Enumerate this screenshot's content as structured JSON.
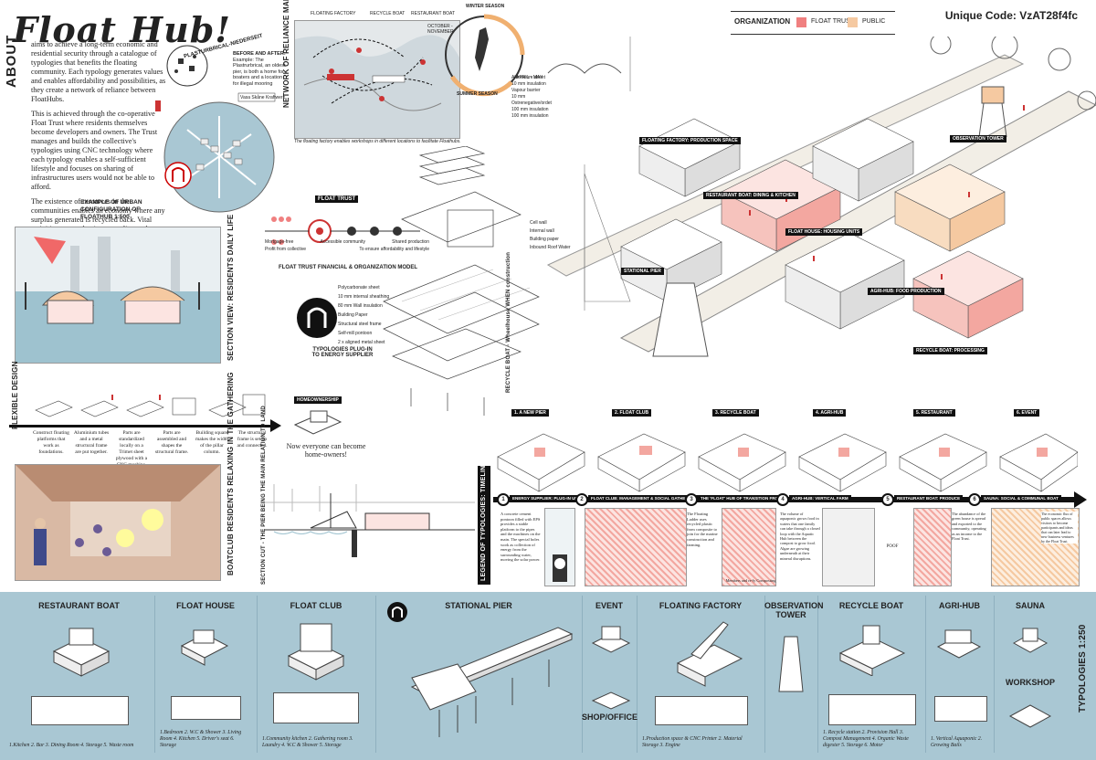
{
  "header": {
    "title": "Float Hub!",
    "unique_code": "Unique Code: VzAT28f4fc"
  },
  "about": {
    "label": "ABOUT",
    "paragraph1": "aims to achieve a long-term economic and residential security through a catalogue of typologies that benefits the floating community. Each typology generates values and enables affordability and possibilities, as they create a network of reliance between FloatHubs.",
    "paragraph2": "This is achieved through the co-operative Float Trust where residents themselves become developers and owners. The Trust manages and builds the collective's typologies using CNC technology where each typology enables a self-sufficient lifestyle and focuses on sharing of infrastructures users would not be able to afford.",
    "paragraph3": "The existence of resources in the communities enables an economy where any surplus generated is recycled back. Vital activities are production, recycling and vending."
  },
  "urban": {
    "before_after_title": "BEFORE AND AFTER:",
    "before_after_text": "Example: The Plastrurbrical, an oldest pier, is both a home for boaters and a location for illegal mooring",
    "example_label": "EXAMPLE OF URBAN CONFIGURATION OF FLOATHUB 1:500",
    "pier_label": "PLASTURBRICAL-NIEDERSEIT",
    "note": "Vasa Skåne Kraftwerk"
  },
  "network": {
    "label": "NETWORK OF RELIANCE MAP",
    "top_labels": [
      "FLOATING FACTORY",
      "RECYCLE BOAT",
      "RESTAURANT BOAT"
    ],
    "caption": "The floating factory enables workshops in different locations to facilitate Floathubs.",
    "season_label": "WINTER SEASON",
    "month_oct": "OCTOBER - NOVEMBER",
    "month_apr": "APRIL - MAY",
    "summer_label": "SUMMER SEASON"
  },
  "legend": {
    "title": "ORGANIZATION",
    "float_trust": "FLOAT TRUST",
    "public": "PUBLIC",
    "float_trust_color": "#f08080",
    "public_color": "#f5c9a1"
  },
  "financial": {
    "title": "FLOAT TRUST",
    "caption": "FLOAT TRUST FINANCIAL & ORGANIZATION MODEL",
    "items": [
      "Mortgage-free",
      "Accessible community",
      "Shared production",
      "Profit from collective",
      "To ensure affordability and lifestyle"
    ]
  },
  "energy": {
    "label": "TYPOLOGIES PLUG-IN TO ENERGY SUPPLIER"
  },
  "recycle_construction": {
    "label": "RECYCLE BOAT - Wheelhouse WHEN construction",
    "layers": [
      "Aluminium sheet",
      "10 mm insulation",
      "Vapour barrier",
      "10 mm Ostrenegative/ordet",
      "100 mm insulation",
      "100 mm insulation",
      "Polycarbonate sheet",
      "10 mm internal sheathing",
      "80 mm Wall insulation",
      "Building Paper",
      "Structural steel frame",
      "Self-mill pontoon",
      "2 x aligned metal sheet",
      "Cell wall",
      "Internal wall",
      "Building paper",
      "Inbound Roof Water"
    ]
  },
  "section_view": {
    "label": "SECTION VIEW: RESIDENTS DAILY LIFE"
  },
  "flexible_design": {
    "label": "FLEXIBLE DESIGN",
    "steps": [
      "Construct floating platforms that work as foundations.",
      "Aluminium tubes and a metal structural frame are put together.",
      "Parts are standardized locally on a Trimet sheet plywood with a CNC machine.",
      "Parts are assembled and shapes the structural frame.",
      "Building square makes the width of the pillar column.",
      "The structural frame is set up and connected."
    ],
    "homeownership": "HOMEOWNERSHIP",
    "question": "Now everyone can become home-owners!"
  },
  "boatclub": {
    "label": "BOATCLUB RESIDENTS RELAXING IN THE GATHERING"
  },
  "section_cut": {
    "label": "SECTION CUT - THE PIER BEING THE MAIN RELATION TO LAND"
  },
  "timeline": {
    "label": "LEGEND OF TYPOLOGIES: TIMELINE",
    "items": [
      {
        "num": "1",
        "label": "ENERGY SUPPLIER: PLUG-IN UNIT"
      },
      {
        "num": "2",
        "label": "FLOAT CLUB: MANAGEMENT & SOCIAL GATHERING"
      },
      {
        "num": "3",
        "label": "THE 'FLOAT' HUB OF TRANSITION FROM"
      },
      {
        "num": "4",
        "label": "AGRI-HUB: VERTICAL FARM"
      },
      {
        "num": "5",
        "label": "RESTAURANT BOAT: PRODUCE"
      },
      {
        "num": "6",
        "label": "SAUNA: SOCIAL & COMMUNAL BOAT"
      }
    ],
    "boxes": [
      "1. A NEW PIER",
      "2. FLOAT CLUB",
      "3. RECYCLE BOAT",
      "4. AGRI-HUB",
      "5. RESTAURANT",
      "6. EVENT"
    ],
    "captions": [
      "A concrete cement pontoon filled with EPS provides a stable platform to the pipes and the machines on the main. The special holes work as collection of energy from the surrounding water, moving the solar power.",
      "The Floating Ladder uses recycled plastic from composite to join for the marine construction and farming.",
      "Members and re-ly Composting",
      "The volume of aquaponic grows food in waters that one family can take through a closed loop with the Aquatic Hub between the compost to grow food. Algae are growing underneath at their mineral disruptions.",
      "POOF",
      "The abundance of the green house is spread and exported to the community, operating as an income to the Float Trust.",
      "The economic flux of public spaces allows visitors to become participants and ideas that can later lead to new business ventures by the Float Trust."
    ]
  },
  "typologies": {
    "label": "TYPOLOGIES 1:250",
    "sections": [
      {
        "title": "RESTAURANT BOAT",
        "caption": "1.Kitchen 2. Bar 3. Dining Room 4. Storage 5. Waste room"
      },
      {
        "title": "FLOAT HOUSE",
        "caption": "1.Bedroom 2. W.C & Shower 3. Living Room 4. Kitchen 5. Driver's seat 6. Storage"
      },
      {
        "title": "FLOAT CLUB",
        "caption": "1.Community kitchen 2. Gathering room 3. Laundry 4. W.C & Shower 5. Storage"
      },
      {
        "title": "STATIONAL PIER",
        "caption": ""
      },
      {
        "title": "EVENT",
        "caption": ""
      },
      {
        "title": "FLOATING FACTORY",
        "caption": "1.Production space & CNC Printer 2. Material Storage 3. Engine"
      },
      {
        "title": "OBSERVATION TOWER",
        "caption": ""
      },
      {
        "title": "RECYCLE BOAT",
        "caption": "1. Recycle station 2. Provision Hall 3. Compost Management 4. Organic Waste digester 5. Storage 6. Motor"
      },
      {
        "title": "AGRI-HUB",
        "caption": "1. Vertical Aquaponic 2. Growing Bails"
      },
      {
        "title": "SAUNA",
        "caption": ""
      }
    ],
    "shop_office": "SHOP/OFFICE",
    "workshop": "WORKSHOP"
  },
  "axon_labels": {
    "l1": "FLOATING FACTORY: PRODUCTION SPACE",
    "l2": "RESTAURANT BOAT: DINING & KITCHEN",
    "l3": "AGRI-HUB: FOOD PRODUCTION",
    "l4": "OBSERVATION TOWER",
    "l5": "STATIONAL PIER",
    "l6": "FLOAT HOUSE: HOUSING UNITS",
    "l7": "RECYCLE BOAT: PROCESSING"
  }
}
